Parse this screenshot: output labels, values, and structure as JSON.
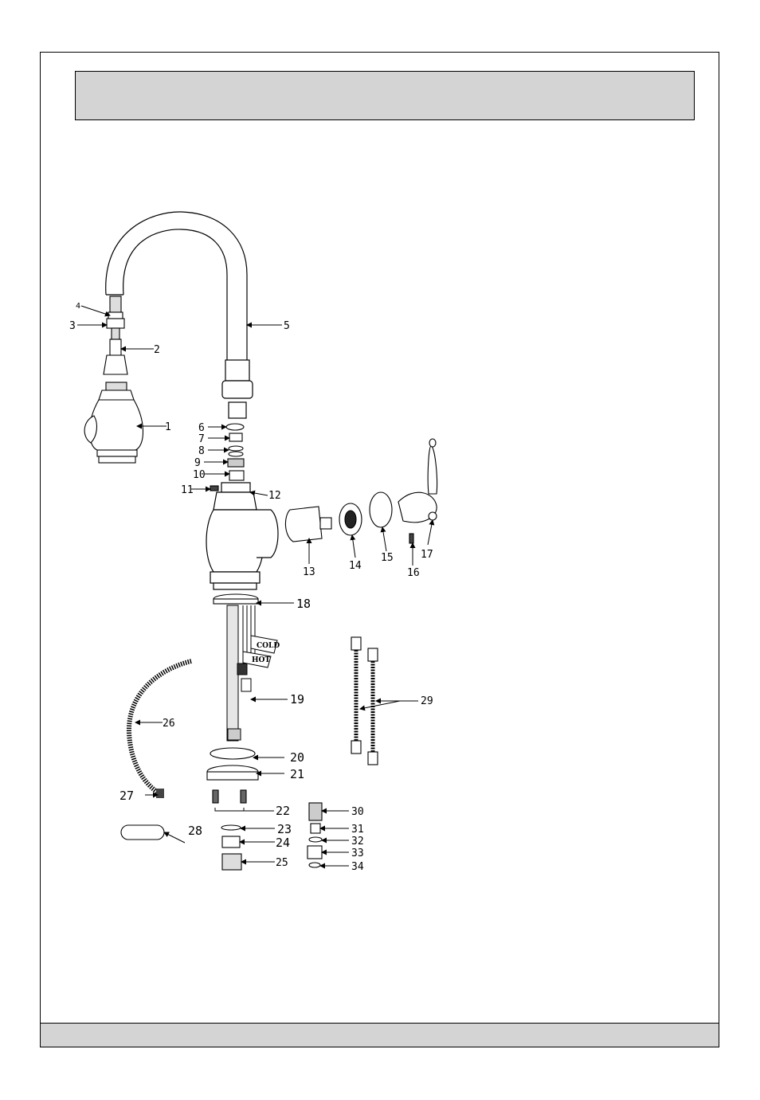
{
  "parts": [
    "1",
    "2",
    "3",
    "4",
    "5",
    "6",
    "7",
    "8",
    "9",
    "10",
    "11",
    "12",
    "13",
    "14",
    "15",
    "16",
    "17",
    "18",
    "19",
    "20",
    "21",
    "22",
    "23",
    "24",
    "25",
    "26",
    "27",
    "28",
    "29",
    "30",
    "31",
    "32",
    "33",
    "34"
  ],
  "labels": {
    "cold": "COLD",
    "hot": "HOT"
  }
}
